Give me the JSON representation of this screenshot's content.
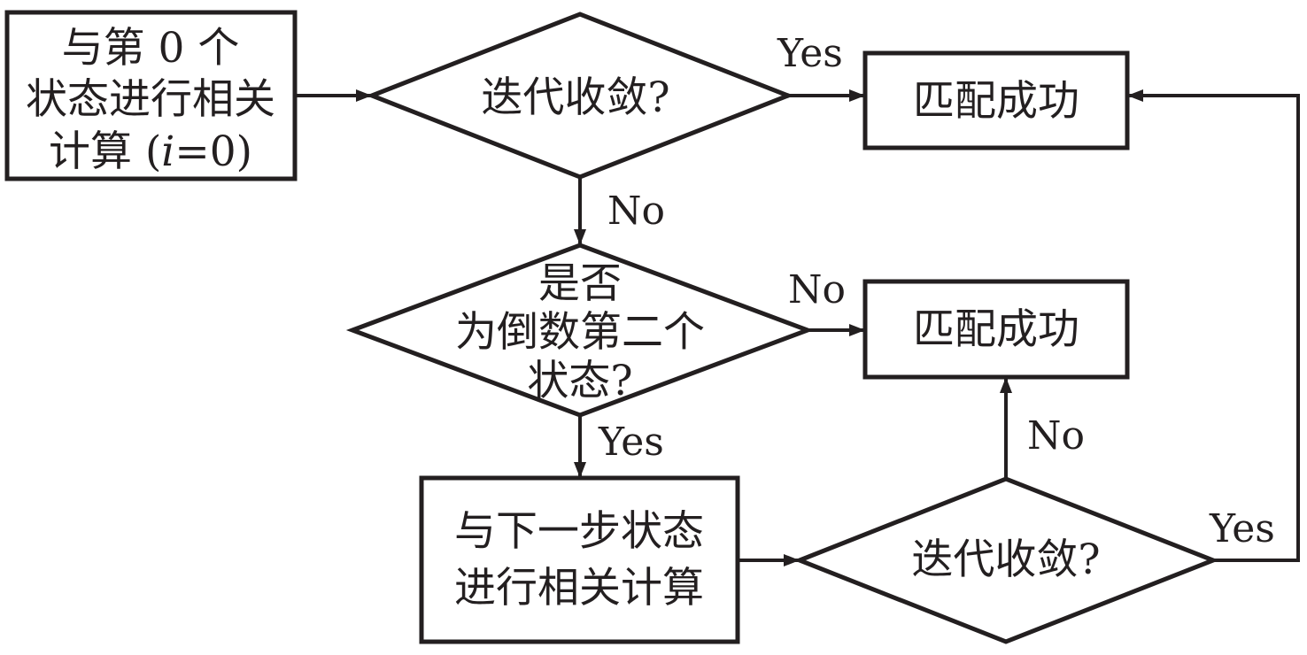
{
  "diagram": {
    "nodes": {
      "start": {
        "lines": [
          "与第 0 个",
          "状态进行相关",
          "计算 (",
          "i",
          "=0)"
        ]
      },
      "converge1": {
        "line": "迭代收敛?"
      },
      "success1": {
        "line": "匹配成功"
      },
      "second_last": {
        "lines": [
          "是否",
          "为倒数第二个",
          "状态?"
        ]
      },
      "success2": {
        "line": "匹配成功"
      },
      "next_step": {
        "lines": [
          "与下一步状态",
          "进行相关计算"
        ]
      },
      "converge2": {
        "line": "迭代收敛?"
      }
    },
    "edge_labels": {
      "converge1_yes": "Yes",
      "converge1_no": "No",
      "second_last_no": "No",
      "second_last_yes": "Yes",
      "converge2_no": "No",
      "converge2_yes": "Yes"
    },
    "colors": {
      "stroke": "#231f20",
      "fill": "#ffffff"
    }
  }
}
